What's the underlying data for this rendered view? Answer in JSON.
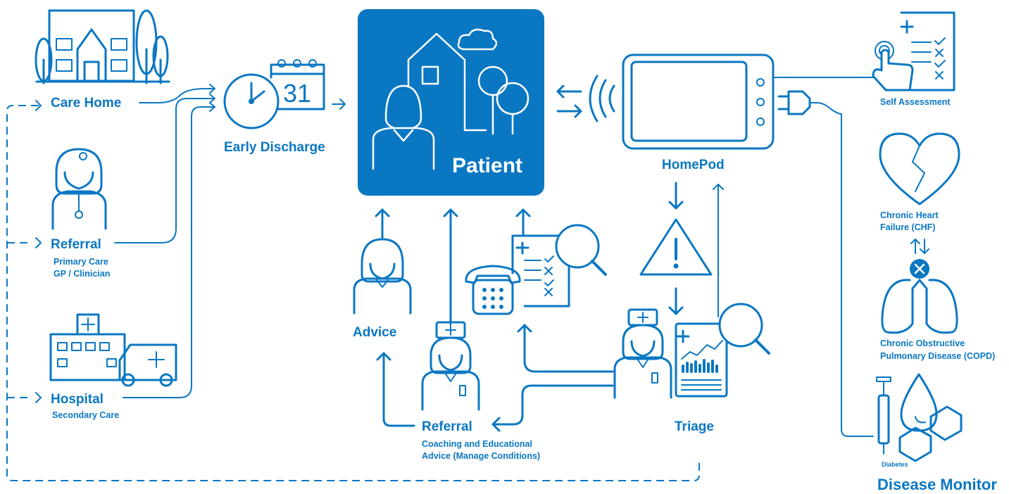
{
  "diagram": {
    "accent_color": "#0a77c3",
    "patient": {
      "label": "Patient"
    },
    "sources": {
      "care_home": {
        "label": "Care Home"
      },
      "referral": {
        "label": "Referral",
        "sub1": "Primary Care",
        "sub2": "GP / Clinician"
      },
      "hospital": {
        "label": "Hospital",
        "sub1": "Secondary Care"
      }
    },
    "early_discharge": {
      "label": "Early Discharge",
      "calendar_day": "31"
    },
    "homepod": {
      "label": "HomePod"
    },
    "self_assessment": {
      "label": "Self Assessment"
    },
    "chf": {
      "line1": "Chronic Heart",
      "line2": "Failure (CHF)"
    },
    "copd": {
      "line1": "Chronic Obstructive",
      "line2": "Pulmonary Disease (COPD)"
    },
    "diabetes": {
      "label": "Diabetes"
    },
    "disease_monitor": {
      "label": "Disease Monitor"
    },
    "advice": {
      "label": "Advice"
    },
    "coaching_referral": {
      "label": "Referral",
      "sub1": "Coaching and Educational",
      "sub2": "Advice (Manage Conditions)"
    },
    "triage": {
      "label": "Triage"
    },
    "icons": [
      "house-icon",
      "clock-icon",
      "calendar-icon",
      "doctor-icon",
      "hospital-icon",
      "ambulance-icon",
      "tablet-icon",
      "plug-icon",
      "wireless-icon",
      "checklist-icon",
      "heart-icon",
      "lungs-icon",
      "syringe-icon",
      "drop-icon",
      "sugar-cubes-icon",
      "nurse-icon",
      "telephone-icon",
      "magnifier-icon",
      "warning-icon",
      "chart-icon"
    ]
  }
}
